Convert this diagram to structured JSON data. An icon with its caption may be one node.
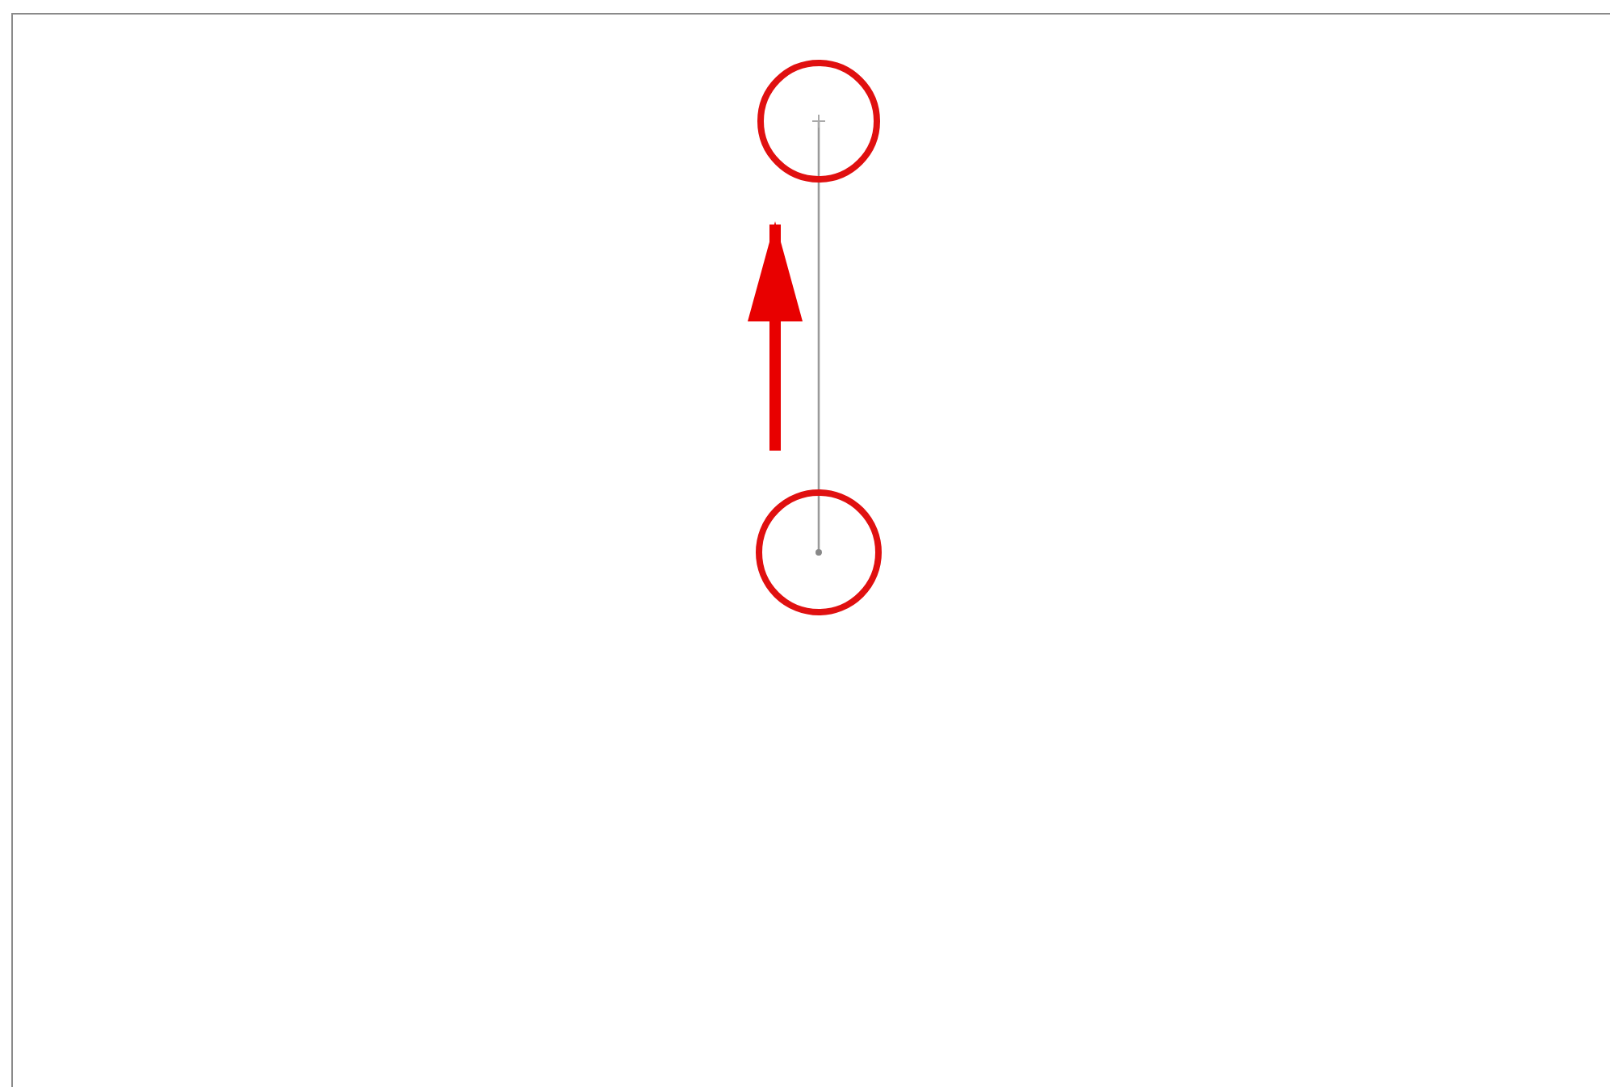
{
  "diagram": {
    "nodes": [
      {
        "text": [],
        "shape": "circle"
      },
      {
        "text": [],
        "shape": "circle"
      }
    ],
    "edges": [
      {
        "from": 1,
        "to": 0,
        "arrow": "none"
      },
      {
        "from": 1,
        "to": 0,
        "arrow": "to",
        "style": "thick",
        "color": "#e80000"
      }
    ]
  }
}
